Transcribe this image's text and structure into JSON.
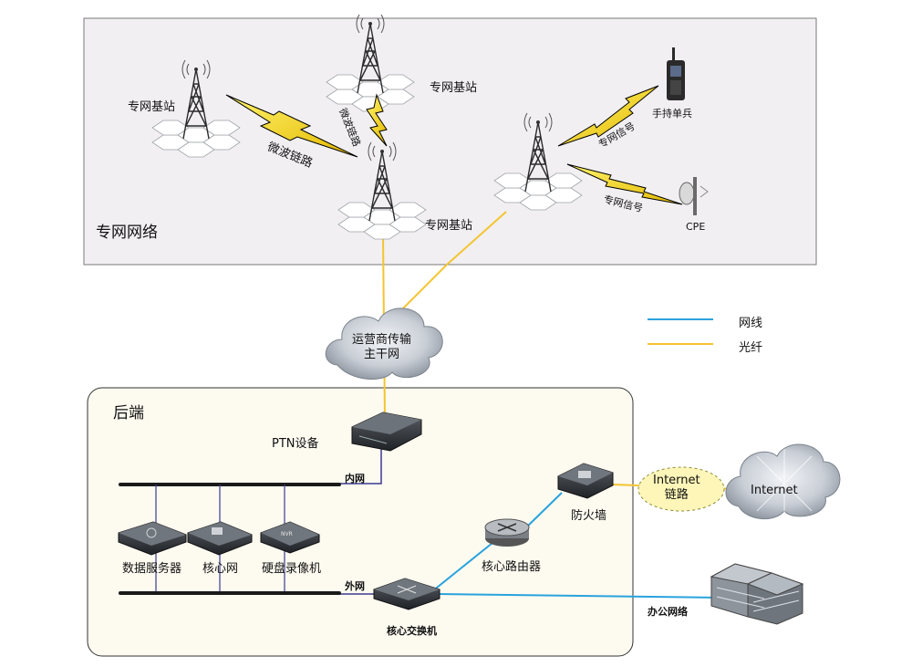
{
  "network": {
    "private_network_label": "专网网络",
    "backend_label": "后端",
    "base_station_tl": "专网基站",
    "base_station_top": "专网基站",
    "base_station_mid": "专网基站",
    "microwave_link_1": "微波链路",
    "microwave_link_2": "微波链路",
    "private_signal_1": "专网信号",
    "private_signal_2": "专网信号",
    "handset": "手持单兵",
    "cpe": "CPE",
    "carrier_network": "运营商传输\n主干网",
    "ptn_device": "PTN设备",
    "inner_net": "内网",
    "outer_net": "外网",
    "data_server": "数据服务器",
    "core_net": "核心网",
    "nvr": "硬盘录像机",
    "nvr_badge": "NVR",
    "core_router": "核心路由器",
    "firewall": "防火墙",
    "core_switch": "核心交换机",
    "internet_link": "Internet\n链路",
    "internet": "Internet",
    "office_network": "办公网络"
  },
  "legend": {
    "network_cable": "网线",
    "fiber": "光纤"
  },
  "colors": {
    "fiber": "#f4c430",
    "cable": "#29a3dc",
    "bus": "#1a1a1a",
    "inner_bus_drop": "#3b3b8f"
  }
}
